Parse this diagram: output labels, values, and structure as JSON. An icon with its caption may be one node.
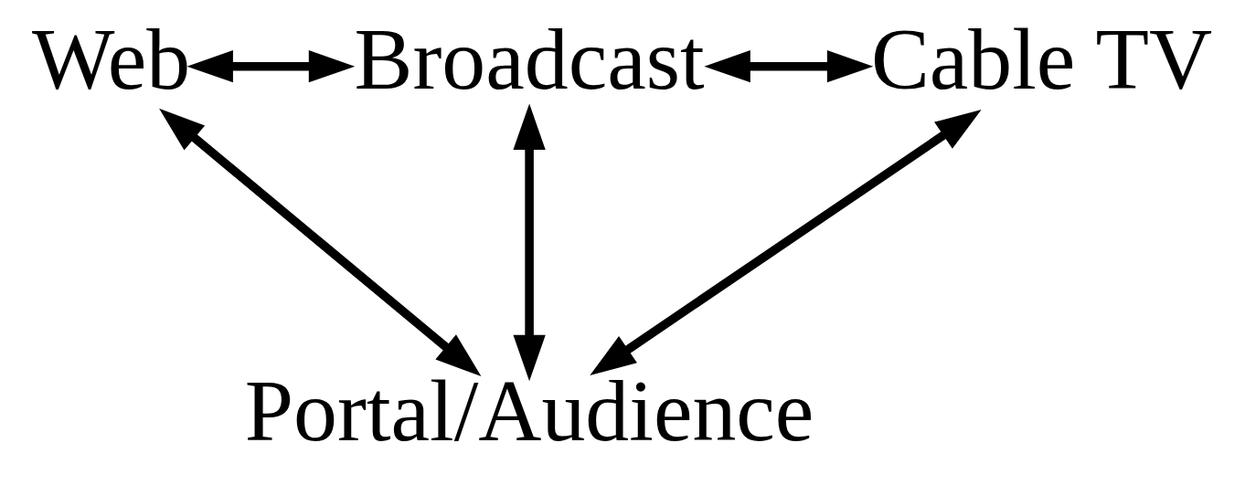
{
  "diagram": {
    "nodes": [
      {
        "text": [
          "Web"
        ]
      },
      {
        "text": [
          "Broadcast"
        ]
      },
      {
        "text": [
          "Cable TV"
        ]
      },
      {
        "text": [
          "Portal/Audience"
        ]
      }
    ],
    "edges": [
      {
        "from": 0,
        "to": 1,
        "arrow": "both"
      },
      {
        "from": 1,
        "to": 2,
        "arrow": "both"
      },
      {
        "from": 0,
        "to": 3,
        "arrow": "both"
      },
      {
        "from": 1,
        "to": 3,
        "arrow": "both"
      },
      {
        "from": 2,
        "to": 3,
        "arrow": "both"
      }
    ]
  }
}
